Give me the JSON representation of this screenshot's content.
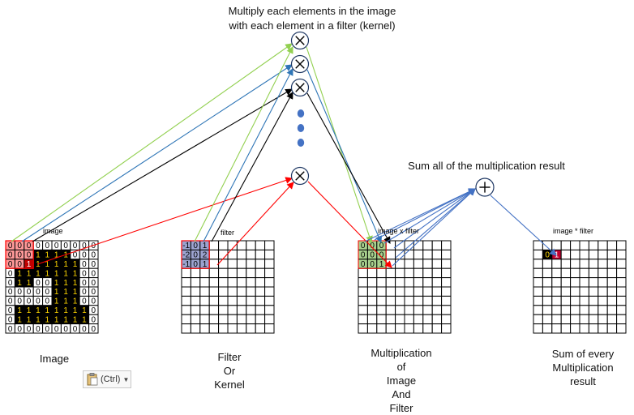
{
  "labels": {
    "multiply_title": "Multiply each elements in the image\nwith each element in a filter (kernel)",
    "sum_title": "Sum all of the multiplication result",
    "image_caption": "Image",
    "filter_caption": "Filter\nOr\nKernel",
    "mult_caption": "Multiplication\nof\nImage\nAnd\nFilter",
    "result_caption": "Sum of every\nMultiplication\nresult",
    "image_grid_label": "image",
    "filter_grid_label": "filter",
    "mult_grid_label": "image x filter",
    "result_grid_label": "image * filter",
    "paste_button": "(Ctrl)"
  },
  "image_matrix": [
    [
      0,
      0,
      0,
      0,
      0,
      0,
      0,
      0,
      0,
      0
    ],
    [
      0,
      0,
      0,
      1,
      1,
      1,
      1,
      0,
      0,
      0
    ],
    [
      0,
      0,
      1,
      1,
      1,
      1,
      1,
      1,
      0,
      0
    ],
    [
      0,
      1,
      1,
      1,
      1,
      1,
      1,
      1,
      0,
      0
    ],
    [
      0,
      1,
      1,
      0,
      0,
      1,
      1,
      1,
      0,
      0
    ],
    [
      0,
      0,
      0,
      0,
      0,
      1,
      1,
      1,
      0,
      0
    ],
    [
      0,
      0,
      0,
      0,
      0,
      1,
      1,
      1,
      0,
      0
    ],
    [
      0,
      1,
      1,
      1,
      1,
      1,
      1,
      1,
      1,
      0
    ],
    [
      0,
      1,
      1,
      1,
      1,
      1,
      1,
      1,
      1,
      0
    ],
    [
      0,
      0,
      0,
      0,
      0,
      0,
      0,
      0,
      0,
      0
    ]
  ],
  "filter_kernel": [
    [
      -1,
      0,
      1
    ],
    [
      -2,
      0,
      2
    ],
    [
      -1,
      0,
      1
    ]
  ],
  "mult_values": [
    [
      0,
      0,
      0
    ],
    [
      0,
      0,
      0
    ],
    [
      0,
      0,
      1
    ]
  ],
  "result_values": [
    0,
    1
  ],
  "colors": {
    "green_arrow": "#92d050",
    "blue_arrow": "#2e75b6",
    "black_arrow": "#000000",
    "red_arrow": "#ff0000",
    "sum_arrow": "#4472c4",
    "dot": "#4472c4",
    "highlight_red": "#ff9999",
    "kernel_fill": "#9ca3cf",
    "mult_fill": "#a9d18e",
    "result_fill": "#c00030",
    "one_text": "#ffd700"
  },
  "icons": {
    "multiply": "circle-times-icon",
    "sum": "circle-plus-icon",
    "paste": "clipboard-icon"
  }
}
